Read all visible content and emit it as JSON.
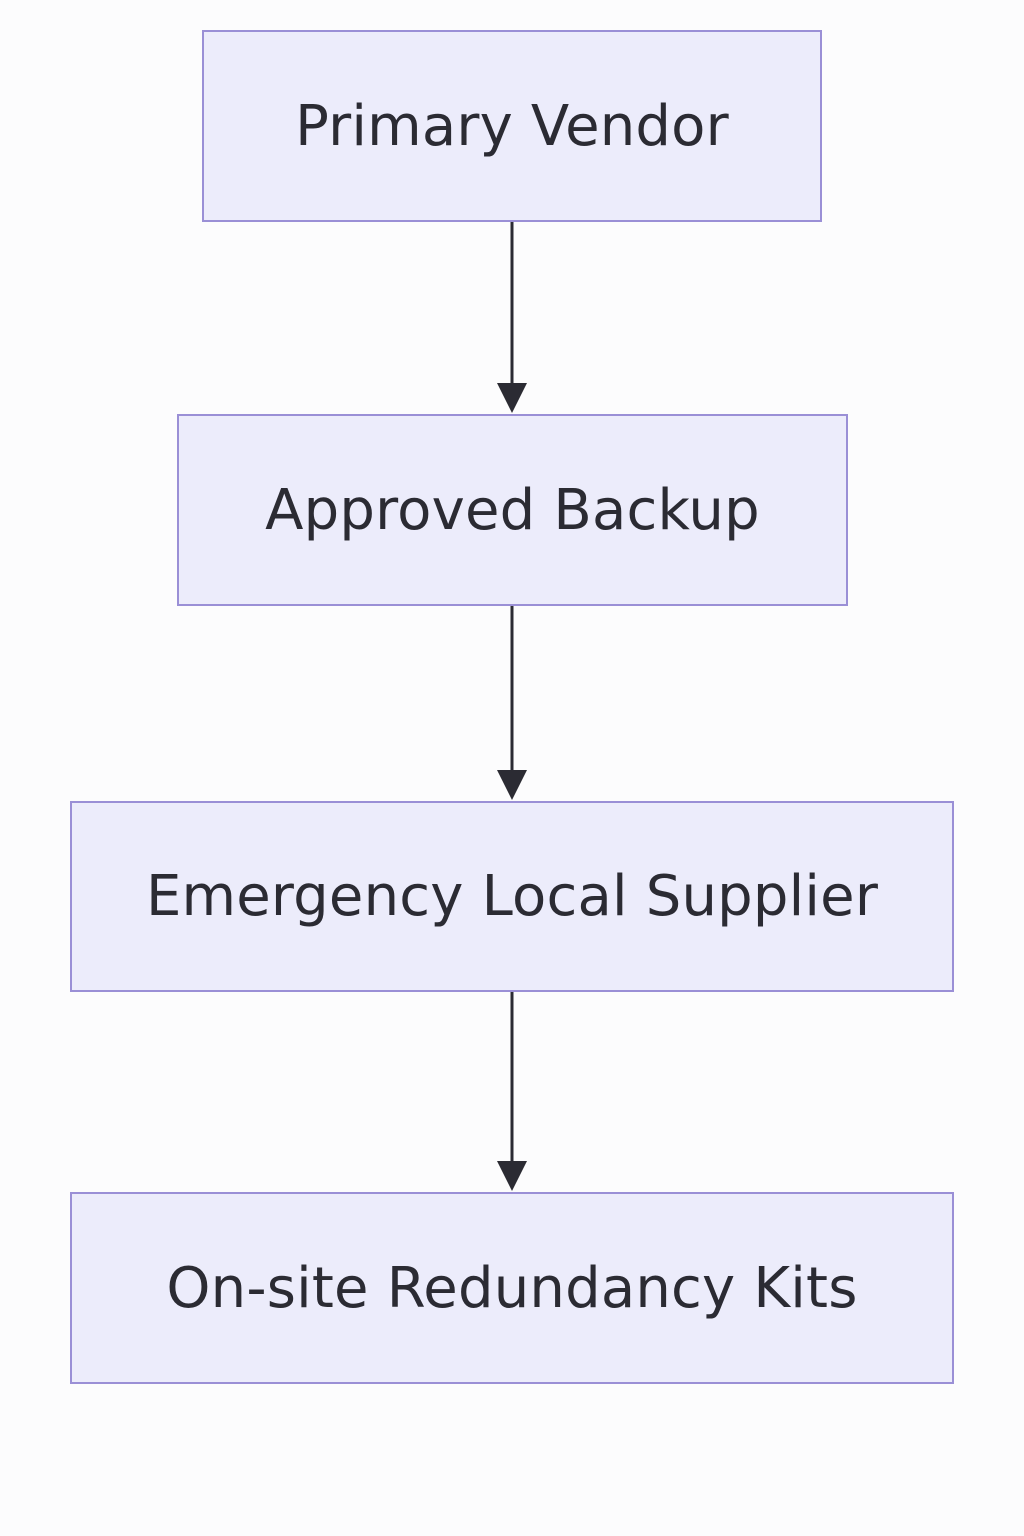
{
  "diagram": {
    "type": "flowchart",
    "direction": "top-to-bottom",
    "colors": {
      "node_fill": "#ececfb",
      "node_border": "#9a8fd6",
      "text": "#2b2b33",
      "edge": "#2b2b33",
      "background": "#fcfcfd"
    },
    "nodes": [
      {
        "id": "n1",
        "label": "Primary Vendor"
      },
      {
        "id": "n2",
        "label": "Approved Backup"
      },
      {
        "id": "n3",
        "label": "Emergency Local Supplier"
      },
      {
        "id": "n4",
        "label": "On-site Redundancy Kits"
      }
    ],
    "edges": [
      {
        "from": "n1",
        "to": "n2"
      },
      {
        "from": "n2",
        "to": "n3"
      },
      {
        "from": "n3",
        "to": "n4"
      }
    ]
  }
}
